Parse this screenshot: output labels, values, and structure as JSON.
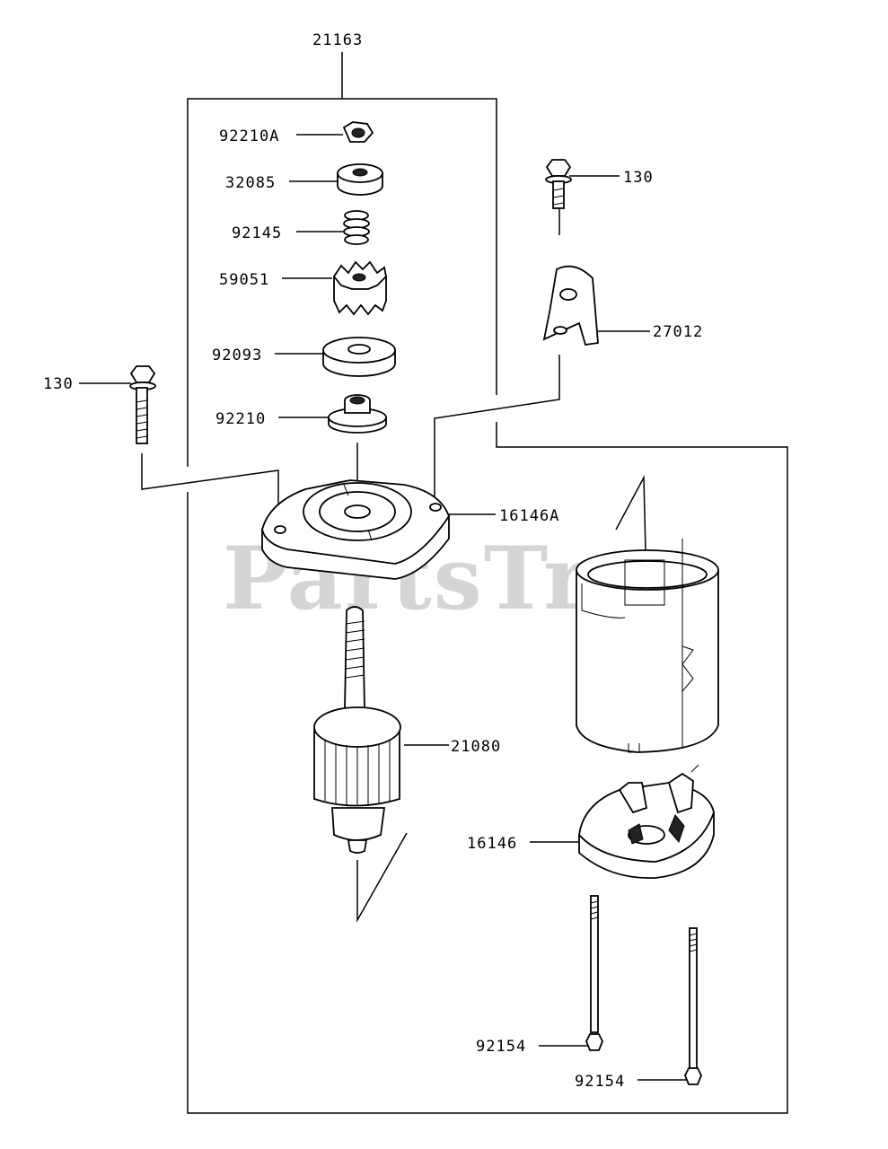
{
  "watermark": "PartsTree",
  "labels": {
    "assembly": "21163",
    "nut_top": "92210A",
    "collar": "32085",
    "spring": "92145",
    "pinion": "59051",
    "washer": "92093",
    "nut": "92210",
    "bolt_left": "130",
    "bolt_right": "130",
    "bracket": "27012",
    "end_cover": "16146A",
    "armature": "21080",
    "brush_holder": "16146",
    "through_bolt_1": "92154",
    "through_bolt_2": "92154"
  }
}
